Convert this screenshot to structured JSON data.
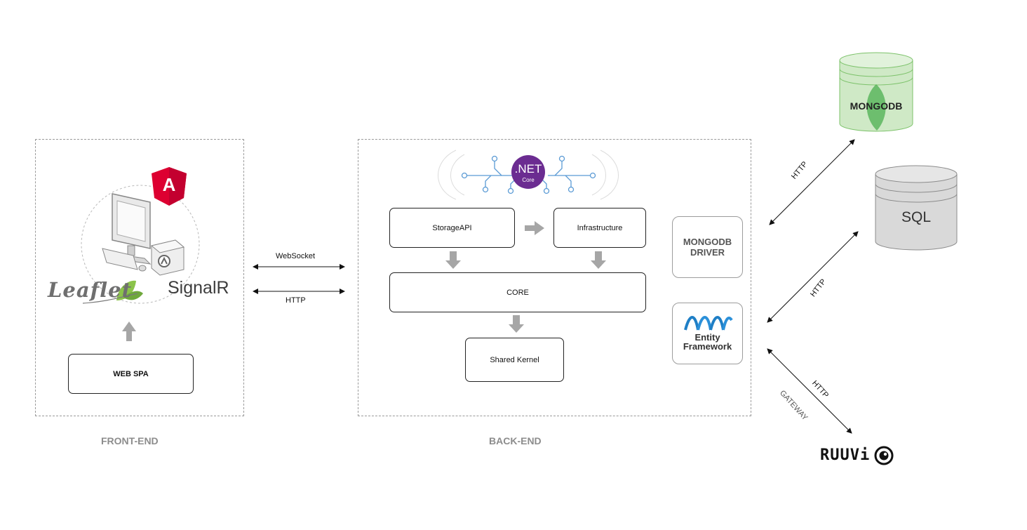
{
  "frontend": {
    "caption": "FRONT-END",
    "web_spa": "WEB SPA",
    "logos": {
      "angular": "A",
      "leaflet": "Leaflet",
      "signalr": "SignalR"
    }
  },
  "connections": {
    "websocket": "WebSocket",
    "http": "HTTP"
  },
  "backend": {
    "caption": "BACK-END",
    "dotnet": ".NET",
    "dotnet_sub": "Core",
    "storage_api": "StorageAPI",
    "infrastructure": "Infrastructure",
    "core": "CORE",
    "shared_kernel": "Shared Kernel"
  },
  "drivers": {
    "mongodb_driver_line1": "MONGODB",
    "mongodb_driver_line2": "DRIVER",
    "entity_framework_line1": "Entity",
    "entity_framework_line2": "Framework"
  },
  "databases": {
    "mongodb": "MONGODB",
    "sql": "SQL"
  },
  "links": {
    "mongo": "HTTP",
    "sql": "HTTP",
    "ruuvi": "HTTP",
    "ruuvi_gateway": "GATEWAY"
  },
  "ruuvi": {
    "label": "RUUVi"
  },
  "colors": {
    "angular_red": "#dd0031",
    "dotnet_purple": "#6b2c91",
    "mongo_green": "#cfe9c6",
    "mongo_leaf": "#4caf50",
    "sql_gray": "#d9d9d9",
    "ef_blue": "#1f7fc6",
    "arrow_gray": "#a6a6a6"
  }
}
